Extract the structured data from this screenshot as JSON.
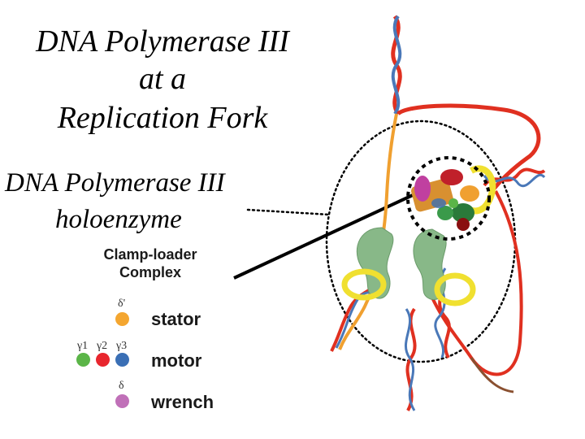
{
  "title": {
    "line1": "DNA Polymerase III",
    "line2": "at a",
    "line3": "Replication Fork"
  },
  "holoenzyme_label": {
    "line1": "DNA Polymerase III",
    "line2": "holoenzyme"
  },
  "legend": {
    "title_line1": "Clamp-loader",
    "title_line2": "Complex",
    "stator": {
      "greek": "δ'",
      "label": "stator",
      "color": "#f4a630"
    },
    "motor": {
      "greeks": [
        "γ1",
        "γ2",
        "γ3"
      ],
      "label": "motor",
      "colors": [
        "#5bb548",
        "#e8262e",
        "#3a6fb5"
      ]
    },
    "wrench": {
      "greek": "δ",
      "label": "wrench",
      "color": "#c070b8"
    }
  },
  "colors": {
    "dna_red": "#e03020",
    "dna_blue": "#4a78b8",
    "strand_orange": "#f0a030",
    "clamp_yellow": "#f0e030",
    "polymerase_green": "#88b888"
  }
}
